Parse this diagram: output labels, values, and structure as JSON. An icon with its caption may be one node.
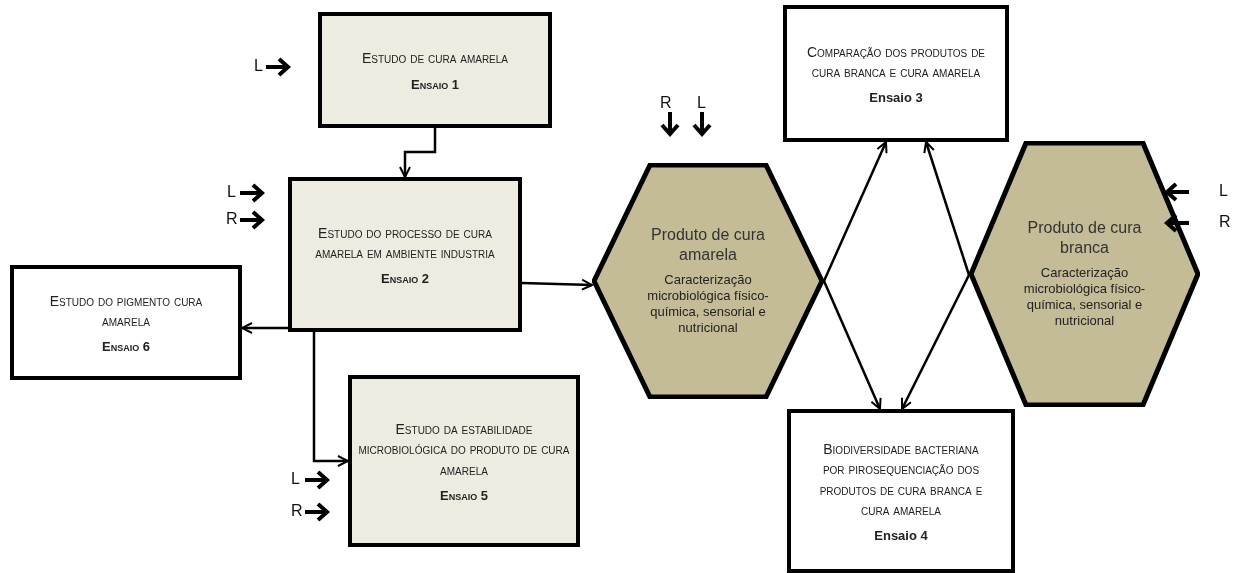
{
  "diagram": {
    "nodes": [
      {
        "text": [
          "Estudo de cura amarela",
          "Ensaio 1"
        ]
      },
      {
        "text": [
          "Comparação dos produtos de cura branca e cura amarela",
          "Ensaio 3"
        ]
      },
      {
        "text": [
          "Estudo do processo de cura amarela em ambiente industria",
          "Ensaio 2"
        ]
      },
      {
        "text": [
          "Produto de cura amarela",
          "Caracterização microbiológica físico-química, sensorial e nutricional"
        ]
      },
      {
        "text": [
          "Produto de cura branca",
          "Caracterização microbiológica físico-química, sensorial e nutricional"
        ]
      },
      {
        "text": [
          "Estudo do pigmento cura amarela",
          "Ensaio 6"
        ]
      },
      {
        "text": [
          "Estudo da estabilidade microbiológica do produto de cura amarela",
          "Ensaio 5"
        ]
      },
      {
        "text": [
          "Biodiversidade bacteriana por pirosequenciação dos produtos de cura branca e cura amarela",
          "Ensaio 4"
        ]
      }
    ],
    "edges": [
      {
        "from": 0,
        "to": 2,
        "arrow": "to"
      },
      {
        "from": 2,
        "to": 5,
        "arrow": "to"
      },
      {
        "from": 2,
        "to": 6,
        "arrow": "to"
      },
      {
        "from": 2,
        "to": 3,
        "arrow": "to"
      },
      {
        "from": 3,
        "to": 1,
        "arrow": "to"
      },
      {
        "from": 3,
        "to": 7,
        "arrow": "to"
      },
      {
        "from": 4,
        "to": 1,
        "arrow": "to"
      },
      {
        "from": 4,
        "to": 7,
        "arrow": "to"
      }
    ],
    "labels": [
      "L",
      "R",
      "L",
      "L",
      "L",
      "R",
      "R",
      "L",
      "R"
    ]
  }
}
